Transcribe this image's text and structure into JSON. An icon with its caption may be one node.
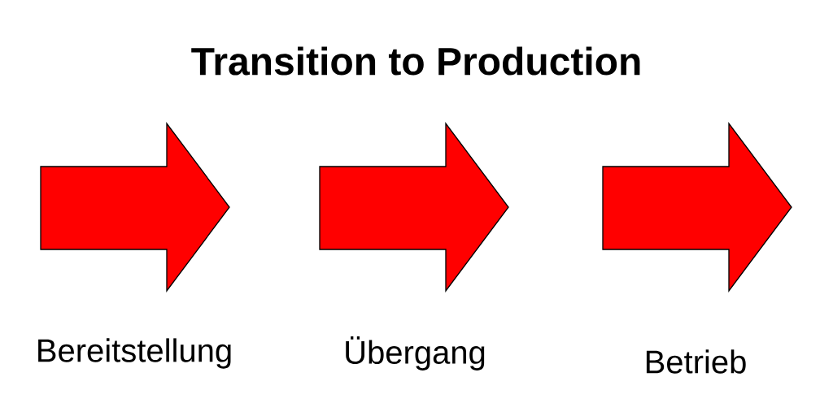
{
  "diagram": {
    "title": "Transition to Production",
    "nodes": [
      {
        "text": [
          "Bereitstellung"
        ]
      },
      {
        "text": [
          "Übergang"
        ]
      },
      {
        "text": [
          "Betrieb"
        ]
      }
    ]
  }
}
